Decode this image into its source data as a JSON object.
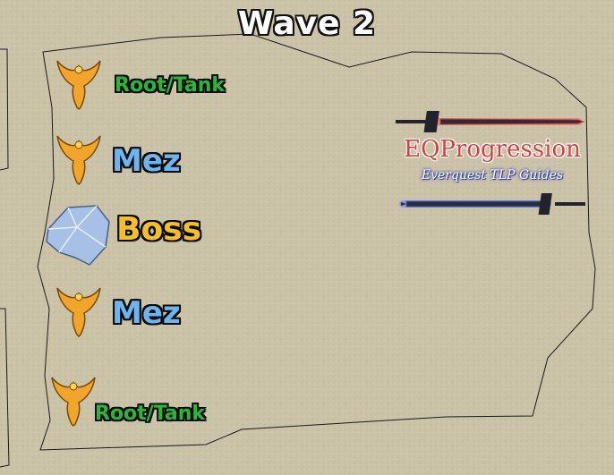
{
  "title": "Wave 2",
  "colors": {
    "background": "#cbc3a7",
    "outline": "#111111",
    "tank": "#27b834",
    "mez": "#6bb6f0",
    "boss": "#f5c023",
    "logo_red": "#e23a3a"
  },
  "groups": [
    {
      "role": "Root/Tank",
      "icon": "phoenix-icon"
    },
    {
      "role": "Mez",
      "icon": "phoenix-icon"
    },
    {
      "role": "Boss",
      "icon": "crystal-icon"
    },
    {
      "role": "Mez",
      "icon": "phoenix-icon"
    },
    {
      "role": "Root/Tank",
      "icon": "phoenix-icon"
    }
  ],
  "logo": {
    "title": "EQProgression",
    "subtitle": "Everquest TLP Guides"
  }
}
